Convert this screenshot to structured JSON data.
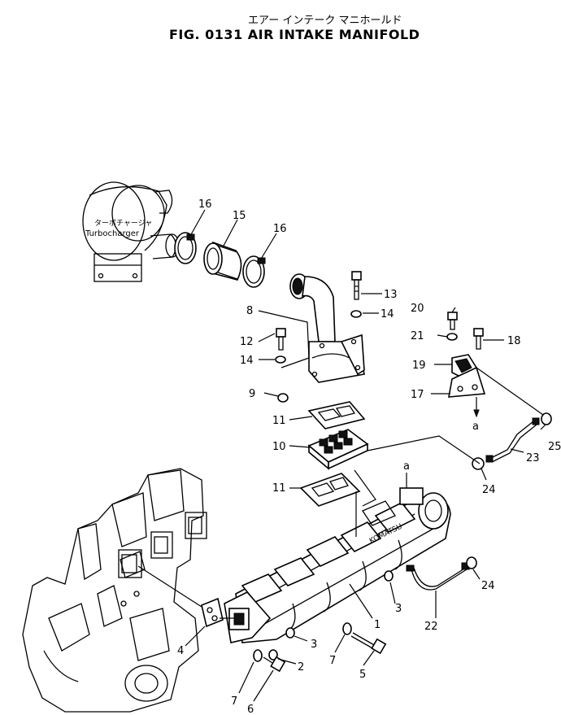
{
  "title": {
    "japanese": "エアー インテーク マニホールド",
    "english": "FIG. 0131  AIR  INTAKE  MANIFOLD"
  },
  "turbocharger": {
    "label_jp": "ターボチャージャ",
    "label_en": "Turbocharger"
  },
  "callouts": {
    "c1": "1",
    "c2": "2",
    "c3a": "3",
    "c3b": "3",
    "c4": "4",
    "c5": "5",
    "c6": "6",
    "c7a": "7",
    "c7b": "7",
    "c8": "8",
    "c9": "9",
    "c10": "10",
    "c11a": "11",
    "c11b": "11",
    "c12": "12",
    "c13": "13",
    "c14a": "14",
    "c14b": "14",
    "c15": "15",
    "c16a": "16",
    "c16b": "16",
    "c17": "17",
    "c18": "18",
    "c19": "19",
    "c20": "20",
    "c21": "21",
    "c22": "22",
    "c23": "23",
    "c24a": "24",
    "c24b": "24",
    "c25": "25"
  },
  "connectors": {
    "a_top": "a",
    "a_bottom": "a"
  },
  "brand_mark": "KOMATSU"
}
